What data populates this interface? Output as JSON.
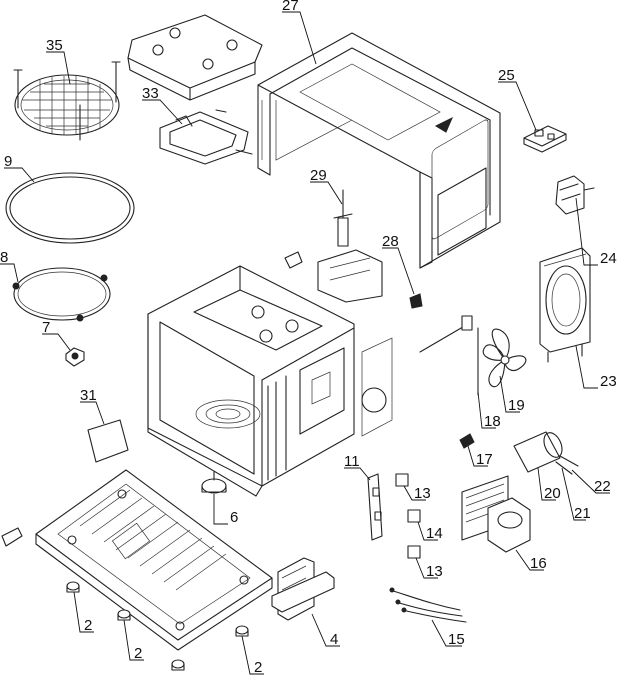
{
  "parts": [
    {
      "id": "p27",
      "number": "27"
    },
    {
      "id": "p35",
      "number": "35"
    },
    {
      "id": "p33",
      "number": "33"
    },
    {
      "id": "p25",
      "number": "25"
    },
    {
      "id": "p9",
      "number": "9"
    },
    {
      "id": "p29",
      "number": "29"
    },
    {
      "id": "p24",
      "number": "24"
    },
    {
      "id": "p28",
      "number": "28"
    },
    {
      "id": "p8",
      "number": "8"
    },
    {
      "id": "p23",
      "number": "23"
    },
    {
      "id": "p7",
      "number": "7"
    },
    {
      "id": "p19",
      "number": "19"
    },
    {
      "id": "p31",
      "number": "31"
    },
    {
      "id": "p18",
      "number": "18"
    },
    {
      "id": "p17",
      "number": "17"
    },
    {
      "id": "p11",
      "number": "11"
    },
    {
      "id": "p22",
      "number": "22"
    },
    {
      "id": "p20",
      "number": "20"
    },
    {
      "id": "p6",
      "number": "6"
    },
    {
      "id": "p13a",
      "number": "13"
    },
    {
      "id": "p21",
      "number": "21"
    },
    {
      "id": "p14",
      "number": "14"
    },
    {
      "id": "p16",
      "number": "16"
    },
    {
      "id": "p13b",
      "number": "13"
    },
    {
      "id": "p4",
      "number": "4"
    },
    {
      "id": "p15",
      "number": "15"
    },
    {
      "id": "p2a",
      "number": "2"
    },
    {
      "id": "p2b",
      "number": "2"
    },
    {
      "id": "p2c",
      "number": "2"
    }
  ]
}
